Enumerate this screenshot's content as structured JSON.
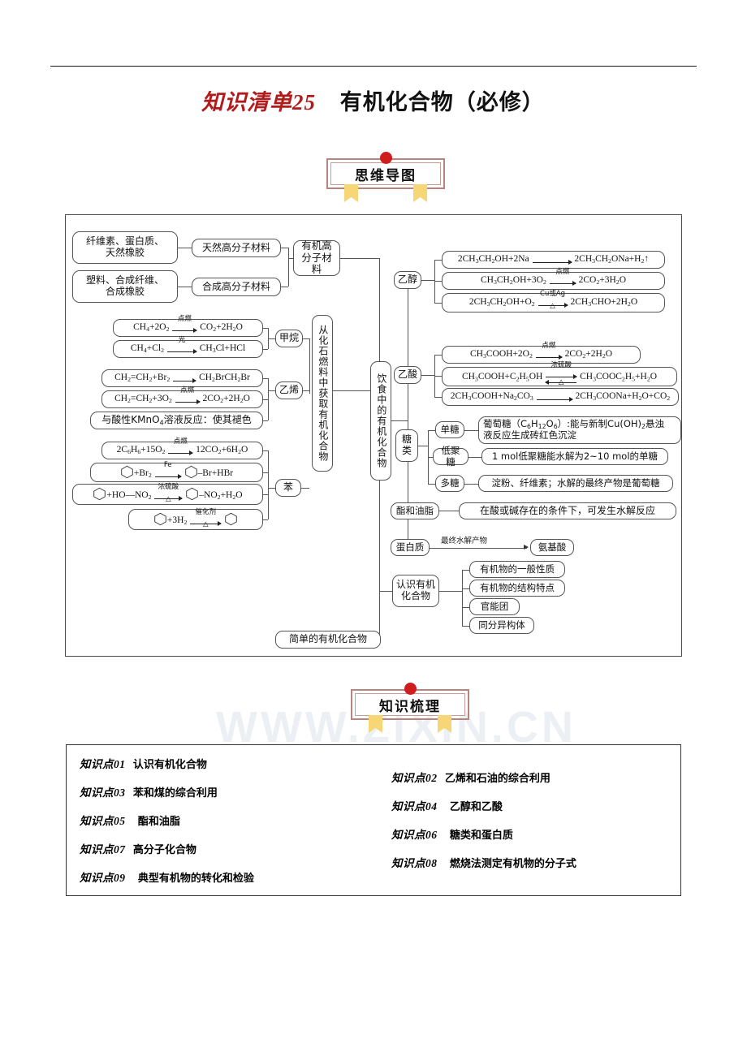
{
  "document": {
    "title_number": "知识清单25",
    "title_text": "有机化合物（必修）",
    "title_red_color": "#b01b1b"
  },
  "banners": {
    "mind_map": "思维导图",
    "review": "知识梳理",
    "dot_color": "#cf1c1c",
    "frame_color": "#b9837e",
    "ribbon_color": "#f6d675"
  },
  "watermark": "WWW.ZIXIN.CN",
  "mindmap": {
    "polymer": {
      "natural_items": "纤维素、蛋白质、<br>天然橡胶",
      "natural_label": "天然高分子材料",
      "synthetic_items": "塑料、合成纤维、<br>合成橡胶",
      "synthetic_label": "合成高分子材料",
      "root": "有机高<br>分子材料"
    },
    "fossil": {
      "trunk": "从化石燃料中获取有机化合物",
      "methane_label": "甲烷",
      "ethylene_label": "乙烯",
      "benzene_label": "苯",
      "methane_eq1": "CH<sub>4</sub>+2O<sub>2</sub> [点燃] CO<sub>2</sub>+2H<sub>2</sub>O",
      "methane_eq2": "CH<sub>4</sub>+Cl<sub>2</sub> [光] CH<sub>3</sub>Cl+HCl",
      "ethylene_eq1": "CH<sub>2</sub>=CH<sub>2</sub>+Br<sub>2</sub> → CH<sub>2</sub>BrCH<sub>2</sub>Br",
      "ethylene_eq2": "CH<sub>2</sub>=CH<sub>2</sub>+3O<sub>2</sub> [点燃] 2CO<sub>2</sub>+2H<sub>2</sub>O",
      "ethylene_eq3": "与酸性KMnO4溶液反应：使其褪色",
      "benzene_eq1": "2C<sub>6</sub>H<sub>6</sub>+15O<sub>2</sub> [点燃] 12CO<sub>2</sub>+6H<sub>2</sub>O",
      "benzene_eq2": "[环]+Br2 [Fe] [环]-Br+HBr",
      "benzene_eq3": "[环]+HO—NO2 [浓硫酸/△] [环]-NO2+H2O",
      "benzene_eq4": "[环]+3H2 [催化剂/△] [环]"
    },
    "diet": {
      "trunk": "饮食中的有机化合物",
      "ethanol_label": "乙醇",
      "ethanol_eq1": "2CH3CH2OH+2Na → 2CH3CH2ONa+H2↑",
      "ethanol_eq2": "CH3CH2OH+3O2 [点燃] 2CO2+3H2O",
      "ethanol_eq3": "2CH3CH2OH+O2 [Cu或Ag/△] 2CH3CHO+2H2O",
      "acetic_label": "乙酸",
      "acetic_eq1": "CH3COOH+2O2 [点燃] 2CO2+2H2O",
      "acetic_eq2": "CH3COOH+C2H5OH ⇌[浓硫酸/△] CH3COOC2H5+H2O",
      "acetic_eq3": "2CH3COOH+Na2CO3 → 2CH3COONa+H2O+CO2",
      "sugar_label": "糖类",
      "mono_label": "单糖",
      "mono_text": "葡萄糖（C6H12O6）:能与新制Cu(OH)2悬浊液反应生成砖红色沉淀",
      "oligo_label": "低聚糖",
      "oligo_text": "1 mol低聚糖能水解为2~10 mol的单糖",
      "poly_label": "多糖",
      "poly_text": "淀粉、纤维素；水解的最终产物是葡萄糖",
      "ester_label": "酯和油脂",
      "ester_text": "在酸或碱存在的条件下，可发生水解反应",
      "protein_label": "蛋白质",
      "protein_arrow": "最终水解产物",
      "protein_product": "氨基酸"
    },
    "recognize": {
      "root": "认识有机<br>化合物",
      "items": [
        "有机物的一般性质",
        "有机物的结构特点",
        "官能团",
        "同分异构体"
      ]
    },
    "simple_compounds": "简单的有机化合物"
  },
  "knowledge_points": {
    "left": [
      {
        "num": "知识点01",
        "title": "认识有机化合物"
      },
      {
        "num": "知识点03",
        "title": "苯和煤的综合利用"
      },
      {
        "num": "知识点05",
        "title": "酯和油脂"
      },
      {
        "num": "知识点07",
        "title": "高分子化合物"
      },
      {
        "num": "知识点09",
        "title": "典型有机物的转化和检验"
      }
    ],
    "right": [
      {
        "num": "知识点02",
        "title": "乙烯和石油的综合利用"
      },
      {
        "num": "知识点04",
        "title": "乙醇和乙酸"
      },
      {
        "num": "知识点06",
        "title": "糖类和蛋白质"
      },
      {
        "num": "知识点08",
        "title": "燃烧法测定有机物的分子式"
      }
    ]
  }
}
